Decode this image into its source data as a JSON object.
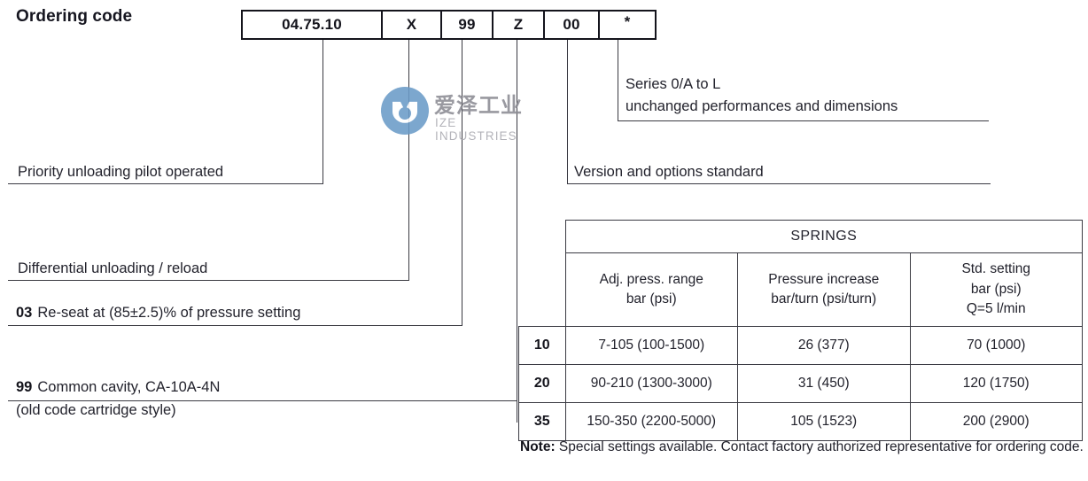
{
  "page_title": "Ordering code",
  "ordering_code": {
    "segments": [
      {
        "name": "base-code",
        "value": "04.75.10"
      },
      {
        "name": "variant-x",
        "value": "X"
      },
      {
        "name": "cavity-99",
        "value": "99"
      },
      {
        "name": "version-z",
        "value": "Z"
      },
      {
        "name": "options-00",
        "value": "00"
      },
      {
        "name": "series-star",
        "value": "*"
      }
    ]
  },
  "left_labels": [
    {
      "prefix": "",
      "text": "Priority unloading pilot operated"
    },
    {
      "prefix": "",
      "text": "Differential unloading / reload"
    },
    {
      "prefix": "03",
      "text": "Re-seat at (85±2.5)% of pressure setting"
    },
    {
      "prefix": "99",
      "text": "Common cavity, CA-10A-4N"
    },
    {
      "prefix": "",
      "text": "(old code cartridge style)"
    }
  ],
  "right_labels": {
    "series_line1": "Series 0/A to L",
    "series_line2": "unchanged performances and dimensions",
    "version": "Version and options standard"
  },
  "springs_table": {
    "title": "SPRINGS",
    "columns": [
      "Adj. press. range\nbar (psi)",
      "Pressure increase\nbar/turn (psi/turn)",
      "Std. setting\nbar (psi)\nQ=5 l/min"
    ],
    "rows": [
      {
        "code": "10",
        "range": "7-105 (100-1500)",
        "increase": "26 (377)",
        "std": "70 (1000)"
      },
      {
        "code": "20",
        "range": "90-210 (1300-3000)",
        "increase": "31 (450)",
        "std": "120 (1750)"
      },
      {
        "code": "35",
        "range": "150-350 (2200-5000)",
        "increase": "105 (1523)",
        "std": "200 (2900)"
      }
    ]
  },
  "note": {
    "label": "Note:",
    "text": " Special settings available. Contact factory authorized representative for ordering code."
  },
  "watermark": {
    "cn": "爱泽工业",
    "en": "IZE INDUSTRIES",
    "color": "#6b9bc8"
  },
  "colors": {
    "line": "#3a3a42",
    "box_border": "#14141c",
    "text": "#22222c"
  }
}
